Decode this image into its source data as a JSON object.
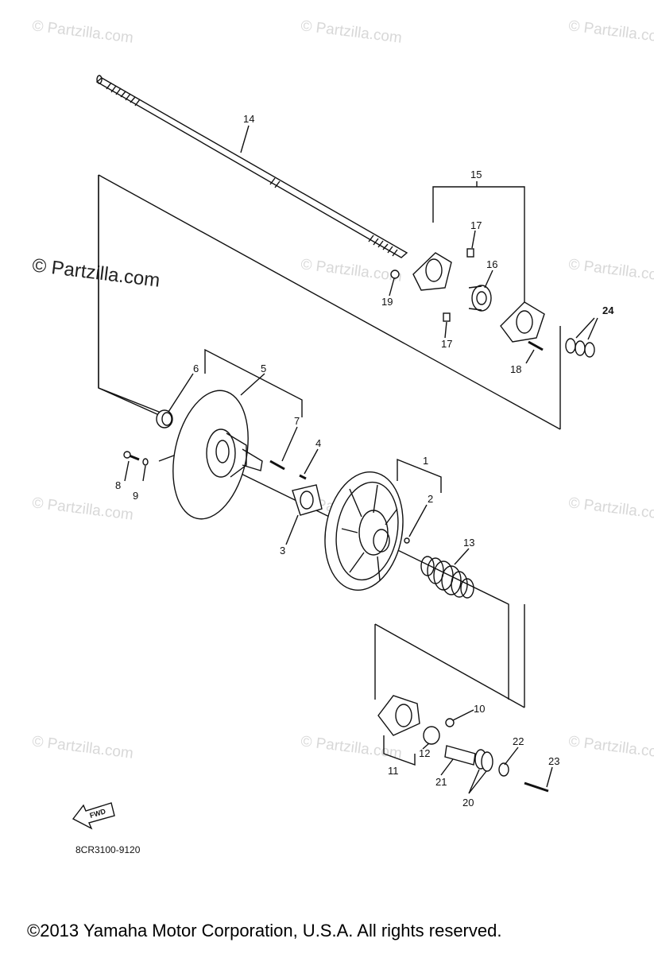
{
  "watermark": {
    "text": "© Partzilla.com",
    "prominent_text": "© Partzilla.com"
  },
  "part_labels": [
    "1",
    "2",
    "3",
    "4",
    "5",
    "6",
    "7",
    "8",
    "9",
    "10",
    "11",
    "12",
    "13",
    "14",
    "15",
    "16",
    "17",
    "17",
    "18",
    "19",
    "20",
    "21",
    "22",
    "23",
    "24"
  ],
  "fwd_label": "FWD",
  "diagram_code": "8CR3100-9120",
  "copyright": "©2013  Yamaha Motor Corporation, U.S.A. All rights reserved."
}
